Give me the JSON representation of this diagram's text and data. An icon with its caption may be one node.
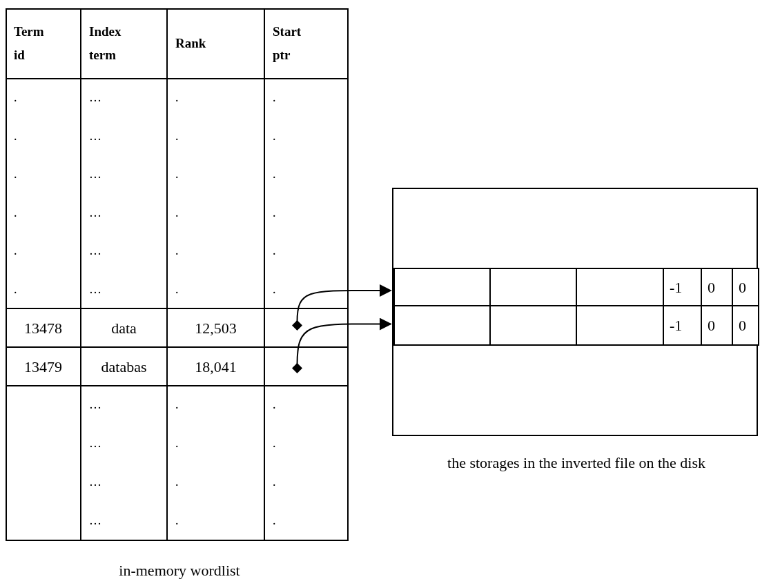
{
  "diagram": {
    "nodes": [
      {
        "text": [],
        "shape": "box",
        "beside": [
          "the storages in the inverted file on the disk"
        ]
      },
      {
        "text": [
          "-1",
          "0",
          "0"
        ],
        "in": 0
      },
      {
        "text": [
          "-1",
          "0",
          "0"
        ],
        "in": 0
      },
      {
        "text": [],
        "shape": "diamond"
      },
      {
        "text": [],
        "shape": "diamond"
      }
    ],
    "edges": [
      {
        "from": 3,
        "to": 1,
        "arrow": "to"
      },
      {
        "from": 4,
        "to": 2,
        "arrow": "to"
      }
    ],
    "labels": [
      "Term id",
      "Index term",
      "Rank",
      "Start ptr",
      ".",
      "…",
      ".",
      ".",
      ".",
      "…",
      ".",
      ".",
      ".",
      "…",
      ".",
      ".",
      ".",
      "…",
      ".",
      ".",
      ".",
      "…",
      ".",
      ".",
      ".",
      "…",
      ".",
      ".",
      "13478",
      "data",
      "12,503",
      "13479",
      "databas",
      "18,041",
      "…",
      ".",
      ".",
      "…",
      ".",
      ".",
      "…",
      ".",
      ".",
      "…",
      ".",
      ".",
      "in-memory wordlist"
    ]
  }
}
